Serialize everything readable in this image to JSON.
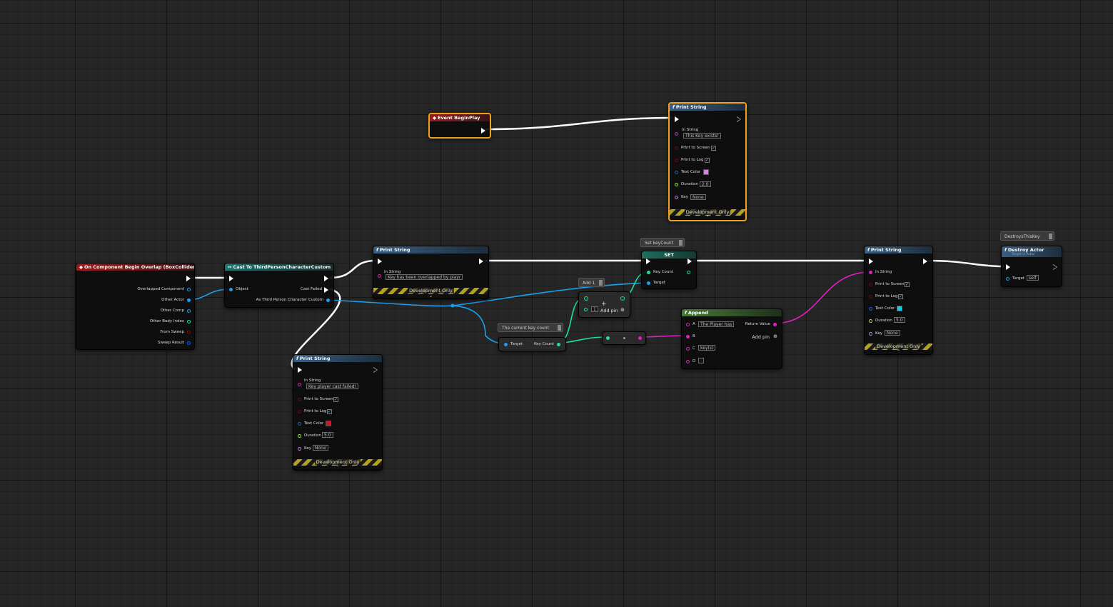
{
  "colors": {
    "exec": "#ffffff",
    "object": "#1aa0f0",
    "string": "#e020c0",
    "bool": "#8b0000",
    "int": "#1fe0a0",
    "float": "#9cf030",
    "struct": "#1060ff",
    "name": "#c080f0",
    "selection": "#f0a020"
  },
  "nodes": {
    "begin_play": {
      "title": "Event BeginPlay"
    },
    "print_top": {
      "title": "Print String",
      "in_string": "In String",
      "in_value": "This Key exists!",
      "print_to_screen": "Print to Screen",
      "print_to_log": "Print to Log",
      "text_color": "Text Color",
      "text_color_value": "#d680f0",
      "duration": "Duration",
      "duration_value": "2.0",
      "key": "Key",
      "key_value": "None",
      "dev_only": "Development Only"
    },
    "overlap": {
      "title": "On Component Begin Overlap (BoxCollider)",
      "pins": [
        "Overlapped Component",
        "Other Actor",
        "Other Comp",
        "Other Body Index",
        "From Sweep",
        "Sweep Result"
      ]
    },
    "cast": {
      "title": "Cast To ThirdPersonCharacterCustom",
      "object": "Object",
      "cast_failed": "Cast Failed",
      "as_pin": "As Third Person Character Custom"
    },
    "print_mid": {
      "title": "Print String",
      "in_string": "In String",
      "in_value": "Key has been overlapped by playr",
      "dev_only": "Development Only"
    },
    "print_fail": {
      "title": "Print String",
      "in_string": "In String",
      "in_value": "Key player cast failed!",
      "print_to_screen": "Print to Screen",
      "print_to_log": "Print to Log",
      "text_color": "Text Color",
      "text_color_value": "#e01020",
      "duration": "Duration",
      "duration_value": "5.0",
      "key": "Key",
      "key_value": "None",
      "dev_only": "Development Only"
    },
    "get_keycount": {
      "target": "Target",
      "key_count": "Key Count"
    },
    "add": {
      "add_pin": "Add pin",
      "value": "1"
    },
    "set": {
      "title": "SET",
      "key_count": "Key Count",
      "target": "Target"
    },
    "append": {
      "title": "Append",
      "a": "A",
      "a_value": "The Player has",
      "b": "B",
      "c": "C",
      "c_value": " key(s)",
      "d": "D",
      "d_value": "",
      "return_value": "Return Value",
      "add_pin": "Add pin"
    },
    "print_right": {
      "title": "Print String",
      "in_string": "In String",
      "print_to_screen": "Print to Screen",
      "print_to_log": "Print to Log",
      "text_color": "Text Color",
      "text_color_value": "#10d0f0",
      "duration": "Duration",
      "duration_value": "5.0",
      "key": "Key",
      "key_value": "None",
      "dev_only": "Development Only"
    },
    "destroy": {
      "title": "Destroy Actor",
      "subtitle": "Target is Actor",
      "target": "Target",
      "target_value": "self"
    }
  },
  "comments": {
    "set_keycount": "Set keyCount",
    "add1": "Add 1",
    "current_key_count": "The current key count",
    "destroys_this_key": "DestroysThisKey"
  }
}
